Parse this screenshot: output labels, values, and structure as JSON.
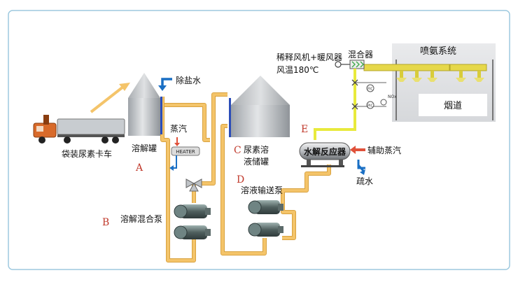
{
  "labels": {
    "truck": "袋装尿素卡车",
    "dissolve_tank": "溶解罐",
    "desalt_water": "除盐水",
    "steam": "蒸汽",
    "heater": "HEATER",
    "mix_pump": "溶解混合泵",
    "storage_tank_line1": "尿素溶",
    "storage_tank_line2": "液储罐",
    "transfer_pump": "溶液输送泵",
    "reactor": "水解反应器",
    "aux_steam": "辅助蒸汽",
    "drain": "疏水",
    "dilution_line1": "稀释风机+暖风器",
    "dilution_line2": "风温180℃",
    "mixer": "混合器",
    "ammonia_system": "喷氨系统",
    "flue": "烟道",
    "fic": "FIC",
    "pic": "PIC",
    "nox": "NOx"
  },
  "markers": {
    "A": "A",
    "B": "B",
    "C": "C",
    "D": "D",
    "E": "E"
  },
  "colors": {
    "pipe": "#f4c46a",
    "pipe_edge": "#d9a23f",
    "ammonia_pipe": "#e8ea3c",
    "silo": "#b8bcc0",
    "water_arrow": "#1a6fc4",
    "steam_arrow": "#e0513a",
    "marker_red": "#c0392b"
  }
}
